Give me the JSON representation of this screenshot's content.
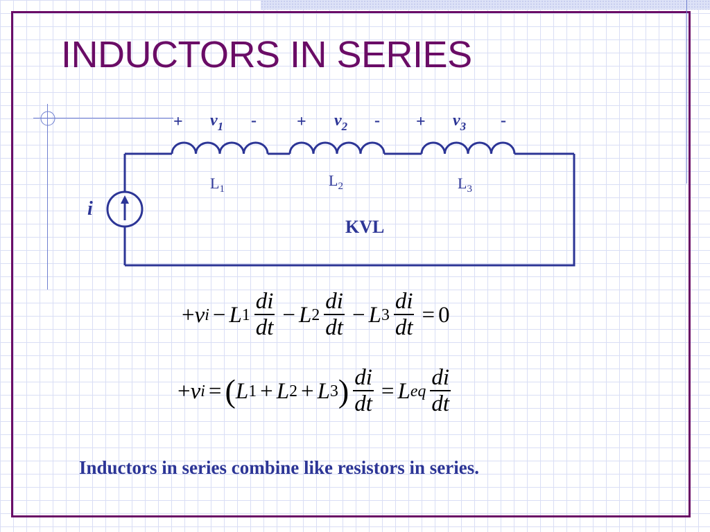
{
  "title": "INDUCTORS IN SERIES",
  "circuit": {
    "source_label": "i",
    "kvl_label": "KVL",
    "inductors": [
      {
        "name": "L",
        "sub": "1",
        "voltage": "v",
        "voltage_sub": "1",
        "plus": "+",
        "minus": "-"
      },
      {
        "name": "L",
        "sub": "2",
        "voltage": "v",
        "voltage_sub": "2",
        "plus": "+",
        "minus": "-"
      },
      {
        "name": "L",
        "sub": "3",
        "voltage": "v",
        "voltage_sub": "3",
        "plus": "+",
        "minus": "-"
      }
    ]
  },
  "equations": {
    "eq1": "+v_i − L1 di/dt − L2 di/dt − L3 di/dt = 0",
    "eq2": "+v_i = (L1 + L2 + L3) di/dt = L_eq di/dt"
  },
  "summary": "Inductors in series combine like resistors in series.",
  "colors": {
    "title": "#6a0c66",
    "border": "#6a0c66",
    "circuit": "#2c3596",
    "grid": "#d9def5"
  }
}
